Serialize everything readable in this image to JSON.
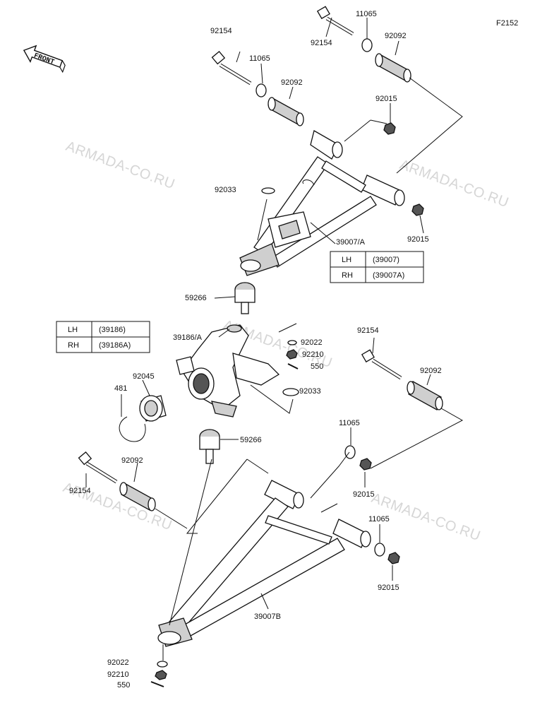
{
  "diagram": {
    "code": "F2152",
    "front_label": "FRONT",
    "watermark": "ARMADA-CO.RU",
    "callouts": {
      "c01": "92154",
      "c02": "11065",
      "c03": "92092",
      "c04": "92154",
      "c05": "11065",
      "c06": "92092",
      "c07": "92015",
      "c08": "92033",
      "c09": "92015",
      "c10": "39007/A",
      "c11": "59266",
      "c12": "39186/A",
      "c13": "92022",
      "c14": "92210",
      "c15": "550",
      "c16": "92033",
      "c17": "92045",
      "c18": "481",
      "c19": "92154",
      "c20": "92092",
      "c21": "59266",
      "c22": "11065",
      "c23": "92015",
      "c24": "92092",
      "c25": "92154",
      "c26": "11065",
      "c27": "92015",
      "c28": "39007B",
      "c29": "92022",
      "c30": "92210",
      "c31": "550"
    },
    "table_upper_arm": {
      "rows": [
        {
          "side": "LH",
          "part": "(39007)"
        },
        {
          "side": "RH",
          "part": "(39007A)"
        }
      ]
    },
    "table_knuckle": {
      "rows": [
        {
          "side": "LH",
          "part": "(39186)"
        },
        {
          "side": "RH",
          "part": "(39186A)"
        }
      ]
    }
  }
}
